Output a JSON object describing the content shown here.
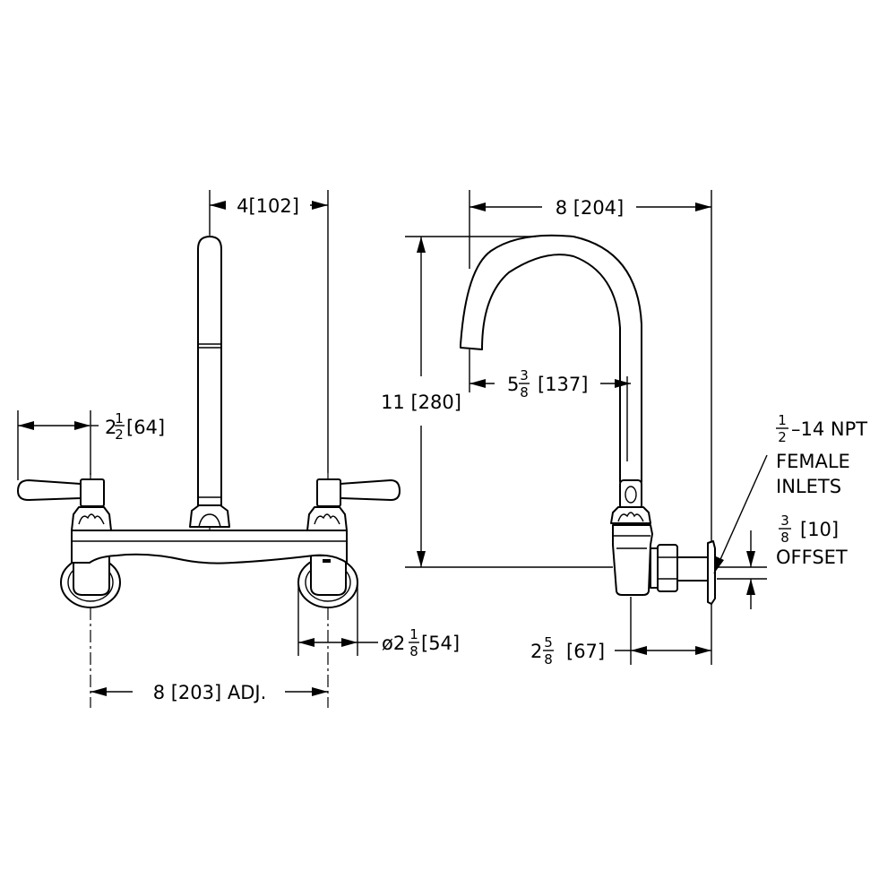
{
  "dimensions": {
    "spout_offset_4": {
      "text": "4[102]"
    },
    "handle_reach": {
      "whole": "2",
      "num": "1",
      "den": "2",
      "rest": "[64]"
    },
    "centers": {
      "text": "8 [203] ADJ."
    },
    "flange_dia": {
      "prefix": "ø2",
      "num": "1",
      "den": "8",
      "rest": "[54]"
    },
    "spout_reach": {
      "text": "8 [204]"
    },
    "spout_height": {
      "text": "11 [280]"
    },
    "spout_tip": {
      "whole": "5",
      "num": "3",
      "den": "8",
      "rest": "[137]"
    },
    "depth": {
      "whole": "2",
      "num": "5",
      "den": "8",
      "rest": "[67]"
    },
    "offset": {
      "num": "3",
      "den": "8",
      "rest": "[10]",
      "line2": "OFFSET"
    }
  },
  "notes": {
    "inlets": {
      "num": "1",
      "den": "2",
      "rest": "–14 NPT",
      "line2": "FEMALE",
      "line3": "INLETS"
    }
  }
}
